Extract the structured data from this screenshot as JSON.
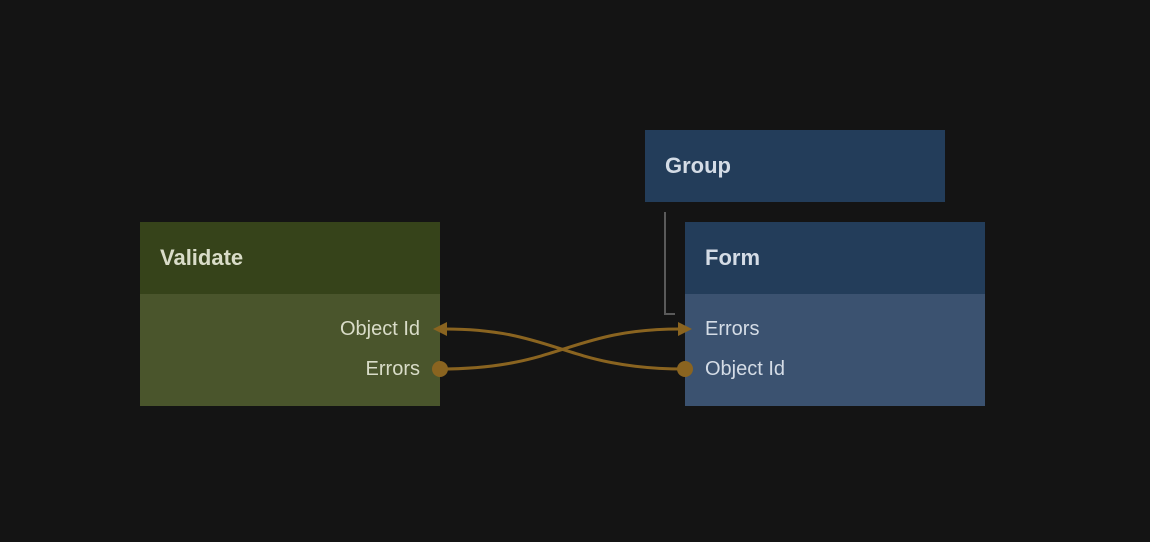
{
  "colors": {
    "background": "#141414",
    "wire": "#8a6420",
    "validate_header": "#36431a",
    "validate_body": "#4a552c",
    "form_header": "#233d5a",
    "form_body": "#3b5270"
  },
  "group": {
    "title": "Group"
  },
  "validate": {
    "title": "Validate",
    "ports": [
      "Object Id",
      "Errors"
    ]
  },
  "form": {
    "title": "Form",
    "ports": [
      "Errors",
      "Object Id"
    ]
  }
}
